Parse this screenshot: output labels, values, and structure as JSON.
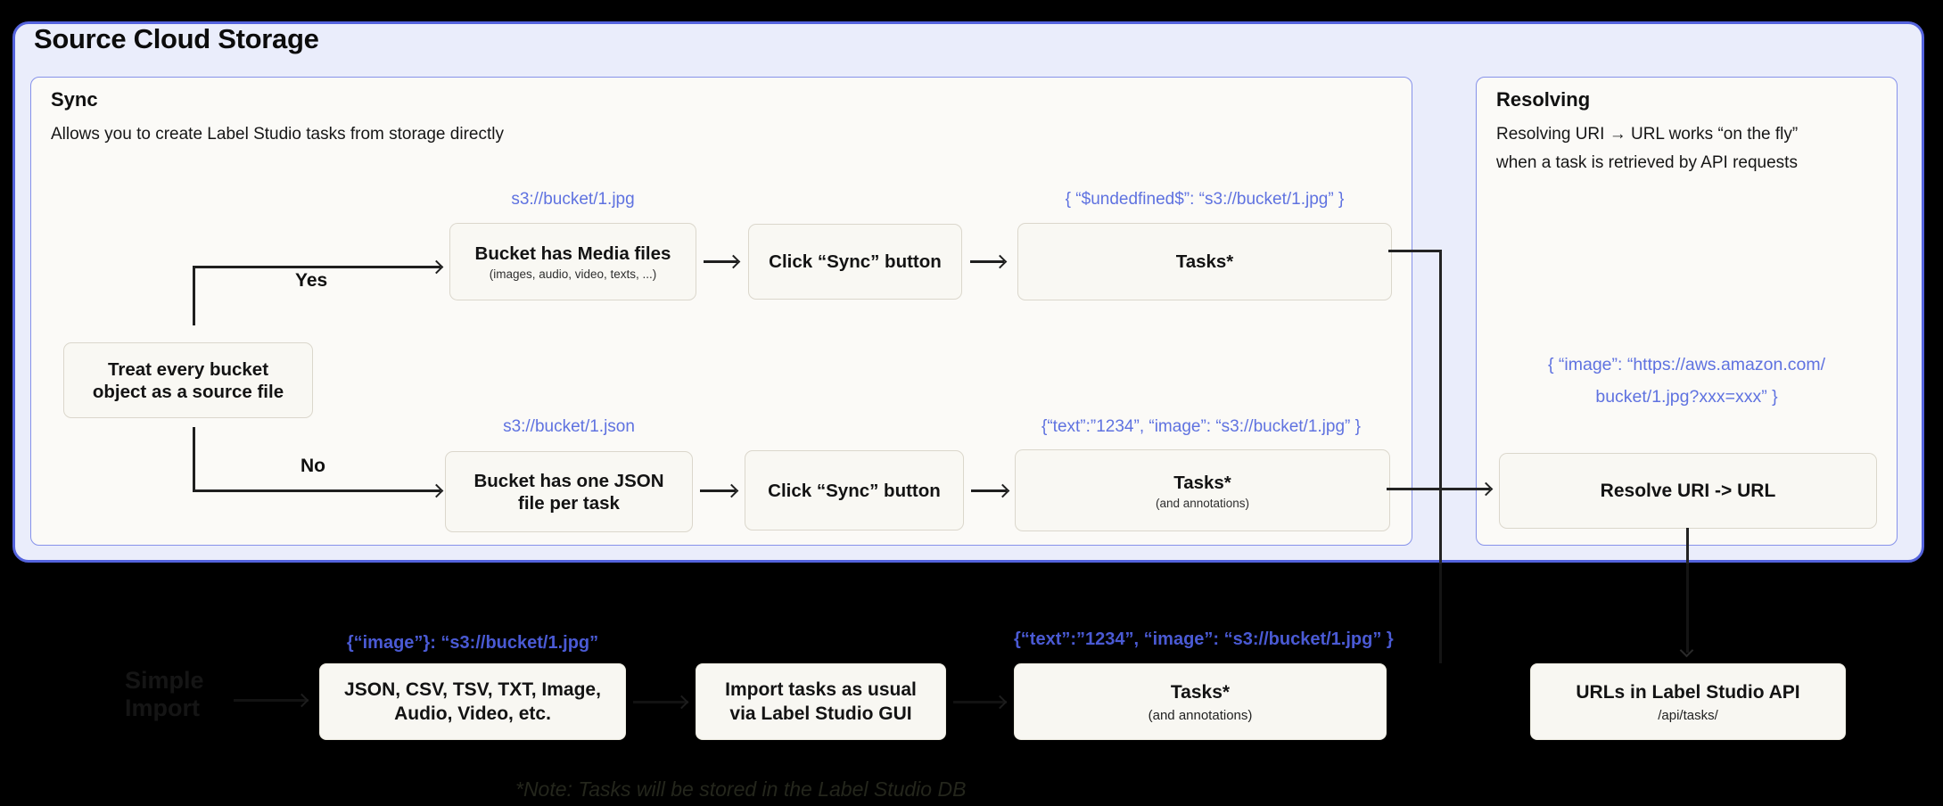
{
  "title": "Source Cloud Storage",
  "sync": {
    "heading": "Sync",
    "description": "Allows you to create Label Studio tasks from storage directly",
    "decision_box": "Treat every bucket object as a source file",
    "yes_label": "Yes",
    "no_label": "No",
    "media_row": {
      "uri": "s3://bucket/1.jpg",
      "step1_title": "Bucket has Media files",
      "step1_subtitle": "(images, audio, video, texts, ...)",
      "step2": "Click “Sync” button",
      "result_json": "{ “$undedfined$”: “s3://bucket/1.jpg” }",
      "result_title": "Tasks*"
    },
    "json_row": {
      "uri": "s3://bucket/1.json",
      "step1_title": "Bucket has one JSON file per task",
      "step2": "Click “Sync” button",
      "result_json": "{“text”:”1234”, “image”: “s3://bucket/1.jpg” }",
      "result_title": "Tasks*",
      "result_subtitle": "(and annotations)"
    }
  },
  "resolving": {
    "heading": "Resolving",
    "description_line1": "Resolving URI → URL works “on the fly”",
    "description_line2": "when a task is retrieved by API requests",
    "url_json_line1": "{ “image”: “https://aws.amazon.com/",
    "url_json_line2": "bucket/1.jpg?xxx=xxx” }",
    "resolve_box": "Resolve URI -> URL"
  },
  "import_flow": {
    "faint_title_line1": "Simple",
    "faint_title_line2": "Import",
    "formats_json": "{“image”}: “s3://bucket/1.jpg”",
    "formats_line1": "JSON, CSV, TSV, TXT, Image,",
    "formats_line2": "Audio, Video, etc.",
    "gui_line1": "Import tasks as usual",
    "gui_line2": "via Label Studio GUI",
    "tasks_json": "{“text”:”1234”, “image”: “s3://bucket/1.jpg” }",
    "tasks_title": "Tasks*",
    "tasks_subtitle": "(and annotations)",
    "api_title": "URLs in Label Studio API",
    "api_subtitle": "/api/tasks/",
    "note": "*Note: Tasks will be stored in the Label Studio DB"
  },
  "colors": {
    "page_background": "#000000",
    "container_background": "#eaedfb",
    "container_border": "#5463dd",
    "panel_background": "#fbfaf7",
    "panel_border": "#8692ea",
    "node_background": "#f9f8f3",
    "node_border": "#dbd7cc",
    "link_blue": "#5f72e0",
    "link_blue_on_black": "#4a5ad4",
    "line_color": "#1f1f1f"
  }
}
